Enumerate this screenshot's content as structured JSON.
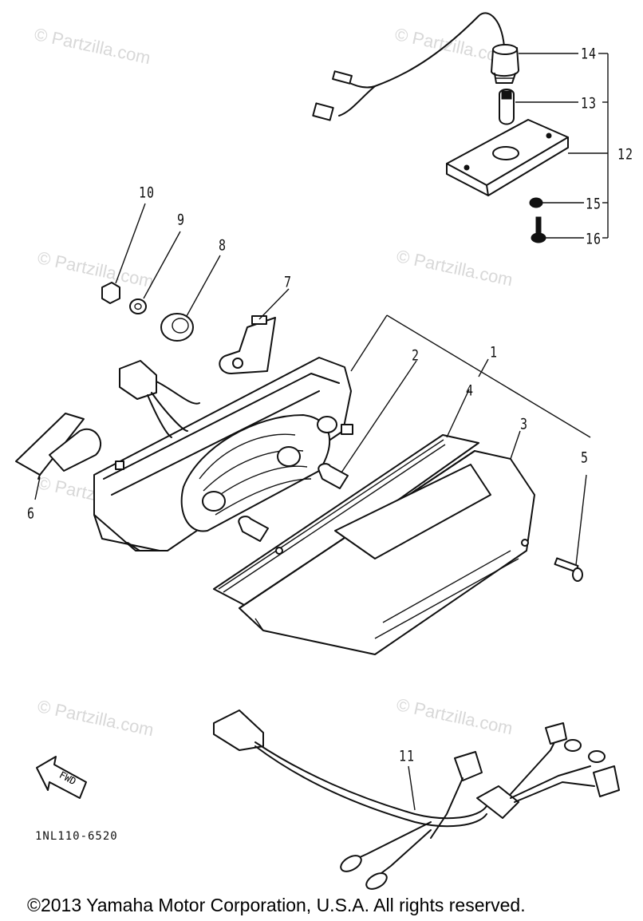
{
  "watermark": "© Partzilla.com",
  "drawing_code": "1NL110-6520",
  "copyright": "©2013  Yamaha Motor Corporation, U.S.A. All rights reserved.",
  "fwd_label": "FWD",
  "callouts": [
    "1",
    "2",
    "3",
    "4",
    "5",
    "6",
    "7",
    "8",
    "9",
    "10",
    "11",
    "12",
    "13",
    "14",
    "15",
    "16"
  ]
}
